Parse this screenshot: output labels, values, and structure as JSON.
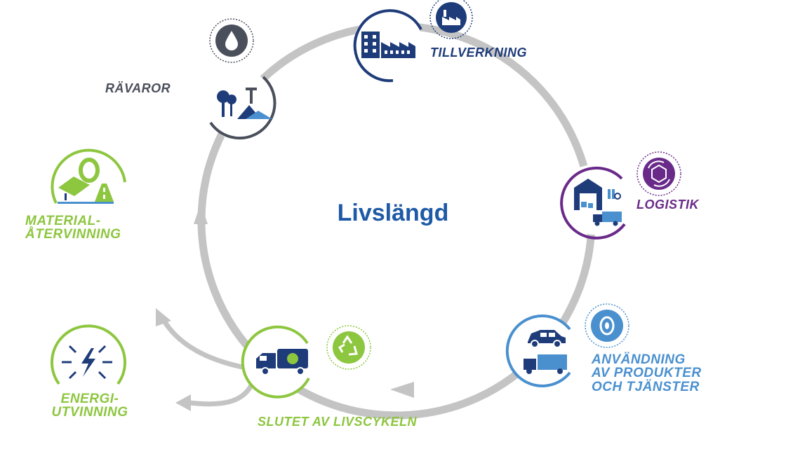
{
  "center_title": "Livslängd",
  "colors": {
    "navy": "#1f3c7a",
    "blue": "#4a90cf",
    "purple": "#6a2a8a",
    "green": "#8dc63f",
    "dark_gray": "#4a4f5c",
    "ring": "#c4c4c4",
    "title_blue": "#1e5aa6"
  },
  "stages": {
    "ravaror": {
      "label": "RÄVAROR",
      "icon": "raw-materials-icon",
      "badge_icon": "oil-drop-icon"
    },
    "tillverkning": {
      "label": "TILLVERKNING",
      "icon": "factory-icon",
      "badge_icon": "factory-badge-icon"
    },
    "logistik": {
      "label": "LOGISTIK",
      "icon": "warehouse-truck-icon",
      "badge_icon": "package-cycle-icon"
    },
    "anvandning": {
      "label_lines": [
        "ANVÄNDNING",
        "AV PRODUKTER",
        "OCH TJÄNSTER"
      ],
      "icon": "car-truck-icon",
      "badge_icon": "tire-icon"
    },
    "slutet": {
      "label": "SLUTET AV LIVSCYKELN",
      "icon": "recycling-truck-icon",
      "badge_icon": "recycle-badge-icon"
    },
    "material": {
      "label_lines": [
        "MATERIAL-",
        "ÅTERVINNING"
      ],
      "icon": "material-recovery-icon"
    },
    "energi": {
      "label_lines": [
        "ENERGI-",
        "UTVINNING"
      ],
      "icon": "energy-bolt-icon"
    }
  }
}
